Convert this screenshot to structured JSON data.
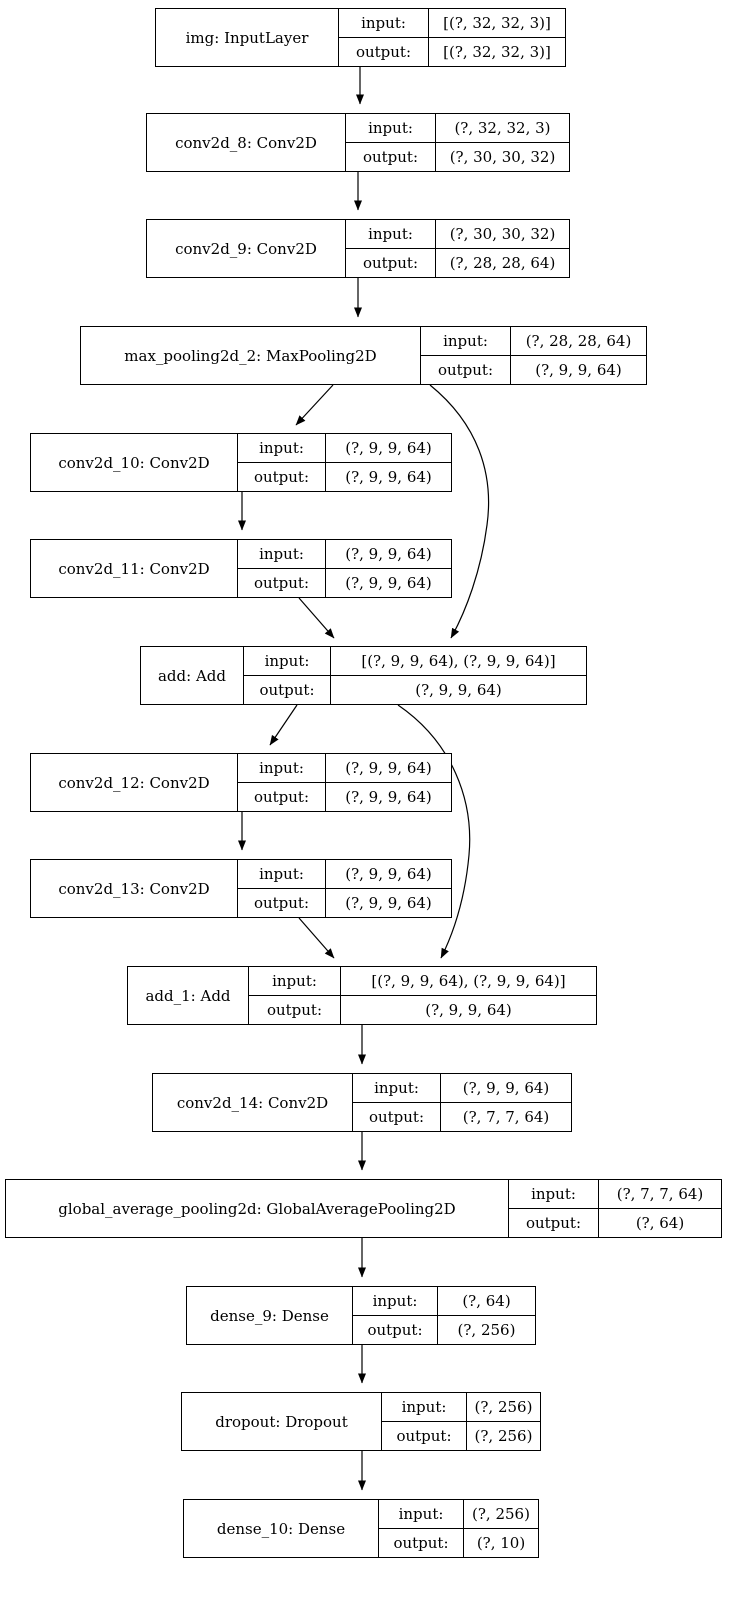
{
  "diagram": {
    "type": "keras-model-graph",
    "labels": {
      "input": "input:",
      "output": "output:"
    },
    "nodes": [
      {
        "id": "img",
        "title": "img: InputLayer",
        "input": "[(?, 32, 32, 3)]",
        "output": "[(?, 32, 32, 3)]"
      },
      {
        "id": "conv2d_8",
        "title": "conv2d_8: Conv2D",
        "input": "(?, 32, 32, 3)",
        "output": "(?, 30, 30, 32)"
      },
      {
        "id": "conv2d_9",
        "title": "conv2d_9: Conv2D",
        "input": "(?, 30, 30, 32)",
        "output": "(?, 28, 28, 64)"
      },
      {
        "id": "max_pooling2d_2",
        "title": "max_pooling2d_2: MaxPooling2D",
        "input": "(?, 28, 28, 64)",
        "output": "(?, 9, 9, 64)"
      },
      {
        "id": "conv2d_10",
        "title": "conv2d_10: Conv2D",
        "input": "(?, 9, 9, 64)",
        "output": "(?, 9, 9, 64)"
      },
      {
        "id": "conv2d_11",
        "title": "conv2d_11: Conv2D",
        "input": "(?, 9, 9, 64)",
        "output": "(?, 9, 9, 64)"
      },
      {
        "id": "add",
        "title": "add: Add",
        "input": "[(?, 9, 9, 64), (?, 9, 9, 64)]",
        "output": "(?, 9, 9, 64)"
      },
      {
        "id": "conv2d_12",
        "title": "conv2d_12: Conv2D",
        "input": "(?, 9, 9, 64)",
        "output": "(?, 9, 9, 64)"
      },
      {
        "id": "conv2d_13",
        "title": "conv2d_13: Conv2D",
        "input": "(?, 9, 9, 64)",
        "output": "(?, 9, 9, 64)"
      },
      {
        "id": "add_1",
        "title": "add_1: Add",
        "input": "[(?, 9, 9, 64), (?, 9, 9, 64)]",
        "output": "(?, 9, 9, 64)"
      },
      {
        "id": "conv2d_14",
        "title": "conv2d_14: Conv2D",
        "input": "(?, 9, 9, 64)",
        "output": "(?, 7, 7, 64)"
      },
      {
        "id": "global_average_pooling2d",
        "title": "global_average_pooling2d: GlobalAveragePooling2D",
        "input": "(?, 7, 7, 64)",
        "output": "(?, 64)"
      },
      {
        "id": "dense_9",
        "title": "dense_9: Dense",
        "input": "(?, 64)",
        "output": "(?, 256)"
      },
      {
        "id": "dropout",
        "title": "dropout: Dropout",
        "input": "(?, 256)",
        "output": "(?, 256)"
      },
      {
        "id": "dense_10",
        "title": "dense_10: Dense",
        "input": "(?, 256)",
        "output": "(?, 10)"
      }
    ],
    "edges": [
      [
        "img",
        "conv2d_8"
      ],
      [
        "conv2d_8",
        "conv2d_9"
      ],
      [
        "conv2d_9",
        "max_pooling2d_2"
      ],
      [
        "max_pooling2d_2",
        "conv2d_10"
      ],
      [
        "max_pooling2d_2",
        "add"
      ],
      [
        "conv2d_10",
        "conv2d_11"
      ],
      [
        "conv2d_11",
        "add"
      ],
      [
        "add",
        "conv2d_12"
      ],
      [
        "add",
        "add_1"
      ],
      [
        "conv2d_12",
        "conv2d_13"
      ],
      [
        "conv2d_13",
        "add_1"
      ],
      [
        "add_1",
        "conv2d_14"
      ],
      [
        "conv2d_14",
        "global_average_pooling2d"
      ],
      [
        "global_average_pooling2d",
        "dense_9"
      ],
      [
        "dense_9",
        "dropout"
      ],
      [
        "dropout",
        "dense_10"
      ]
    ],
    "colors": {
      "stroke": "#000000",
      "background": "#ffffff"
    }
  }
}
